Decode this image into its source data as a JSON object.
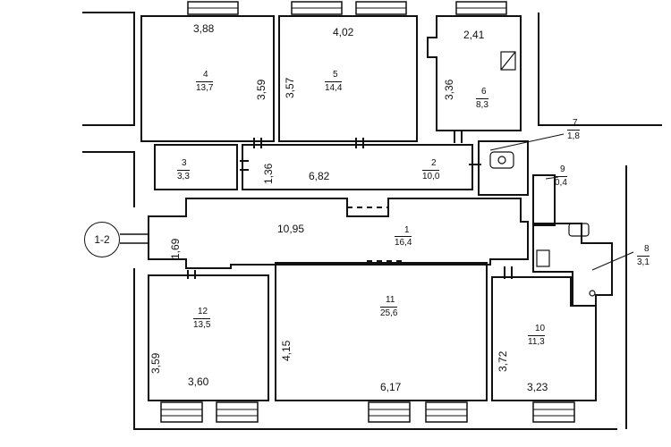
{
  "rooms": [
    {
      "id": "r4",
      "number": "4",
      "area": "13,7"
    },
    {
      "id": "r5",
      "number": "5",
      "area": "14,4"
    },
    {
      "id": "r6",
      "number": "6",
      "area": "8,3"
    },
    {
      "id": "r7",
      "number": "7",
      "area": "1,8"
    },
    {
      "id": "r3",
      "number": "3",
      "area": "3,3"
    },
    {
      "id": "r2",
      "number": "2",
      "area": "10,0"
    },
    {
      "id": "r9",
      "number": "9",
      "area": "0,4"
    },
    {
      "id": "r1",
      "number": "1",
      "area": "16,4"
    },
    {
      "id": "r8",
      "number": "8",
      "area": "3,1"
    },
    {
      "id": "r12",
      "number": "12",
      "area": "13,5"
    },
    {
      "id": "r11",
      "number": "11",
      "area": "25,6"
    },
    {
      "id": "r10",
      "number": "10",
      "area": "11,3"
    }
  ],
  "dimensions": {
    "r4_width": "3,88",
    "r4_height": "3,59",
    "r5_width": "4,02",
    "r5_height": "3,57",
    "r6_width": "2,41",
    "r6_height": "3,36",
    "corridor_height": "1,36",
    "corridor_width": "6,82",
    "hall_width": "10,95",
    "hall_height": "1,69",
    "r12_height": "3,59",
    "r12_width": "3,60",
    "r11_height": "4,15",
    "r11_width": "6,17",
    "r10_height": "3,72",
    "r10_width": "3,23"
  },
  "entrance_callout": "1-2"
}
